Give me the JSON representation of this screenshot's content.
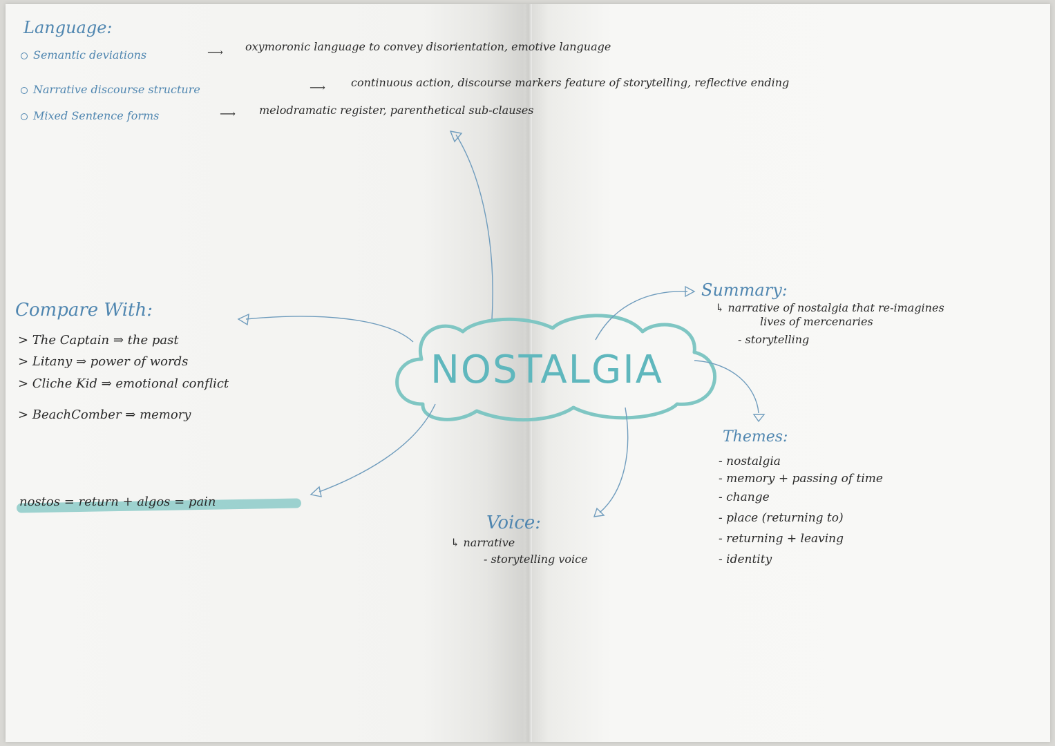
{
  "center": {
    "title": "NOSTALGIA"
  },
  "language": {
    "heading": "Language:",
    "items": [
      {
        "label": "Semantic deviations",
        "detail": "oxymoronic language to convey disorientation, emotive language"
      },
      {
        "label": "Narrative discourse structure",
        "detail": "continuous action, discourse markers feature of storytelling, reflective ending"
      },
      {
        "label": "Mixed Sentence forms",
        "detail": "melodramatic register, parenthetical sub-clauses"
      }
    ]
  },
  "compare": {
    "heading": "Compare With:",
    "items": [
      "> The Captain ⇒ the past",
      "> Litany ⇒ power of words",
      "> Cliche Kid ⇒ emotional conflict",
      "> BeachComber ⇒ memory"
    ]
  },
  "etymology": {
    "text": "nostos = return + algos = pain"
  },
  "summary": {
    "heading": "Summary:",
    "line1": "↳ narrative of nostalgia that re-imagines",
    "line2": "lives of mercenaries",
    "line3": "- storytelling"
  },
  "themes": {
    "heading": "Themes:",
    "items": [
      "- nostalgia",
      "- memory + passing of time",
      "- change",
      "- place (returning to)",
      "- returning + leaving",
      "- identity"
    ]
  },
  "voice": {
    "heading": "Voice:",
    "line1": "↳ narrative",
    "line2": "- storytelling voice"
  },
  "colors": {
    "teal": "#5fb7bd",
    "blue_ink": "#4f86b0",
    "black_ink": "#2a2a2a",
    "highlight": "#7fc6c3"
  }
}
